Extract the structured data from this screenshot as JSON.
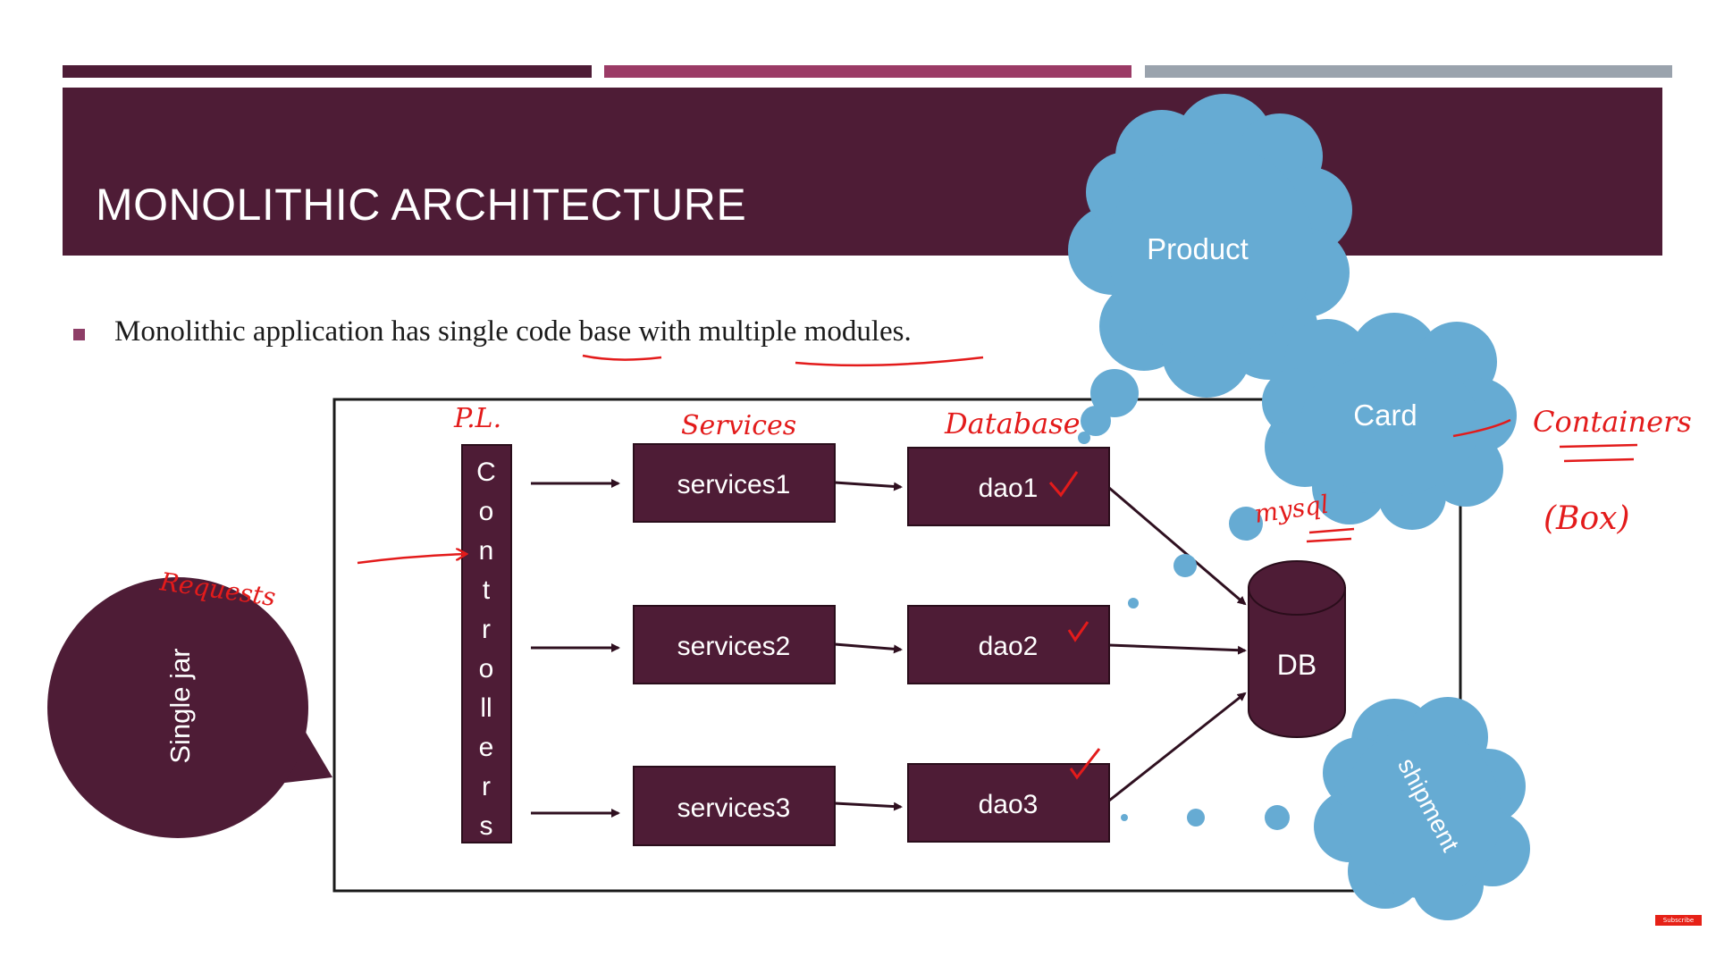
{
  "slide": {
    "title": "MONOLITHIC ARCHITECTURE",
    "bullet": "Monolithic application has single code base with multiple modules.",
    "accent_colors": {
      "plum": "#4e1c36",
      "magenta": "#9b3b66",
      "gray": "#9aa3ad",
      "cloud_blue": "#66abd3",
      "annotation_red": "#e31b1b"
    }
  },
  "diagram": {
    "callout_label": "Single jar",
    "controllers_letters": [
      "C",
      "o",
      "n",
      "t",
      "r",
      "o",
      "ll",
      "e",
      "r",
      "s"
    ],
    "services": [
      "services1",
      "services2",
      "services3"
    ],
    "daos": [
      "dao1",
      "dao2",
      "dao3"
    ],
    "database_label": "DB",
    "clouds": {
      "product": "Product",
      "card": "Card",
      "shipment": "shipment"
    }
  },
  "annotations": {
    "presentation_layer": "P.L.",
    "services": "Services",
    "database": "Database",
    "requests": "Requests",
    "mysql": "mysql",
    "containers": "Containers",
    "box": "(Box)"
  },
  "overlay": {
    "subscribe": "Subscribe"
  }
}
